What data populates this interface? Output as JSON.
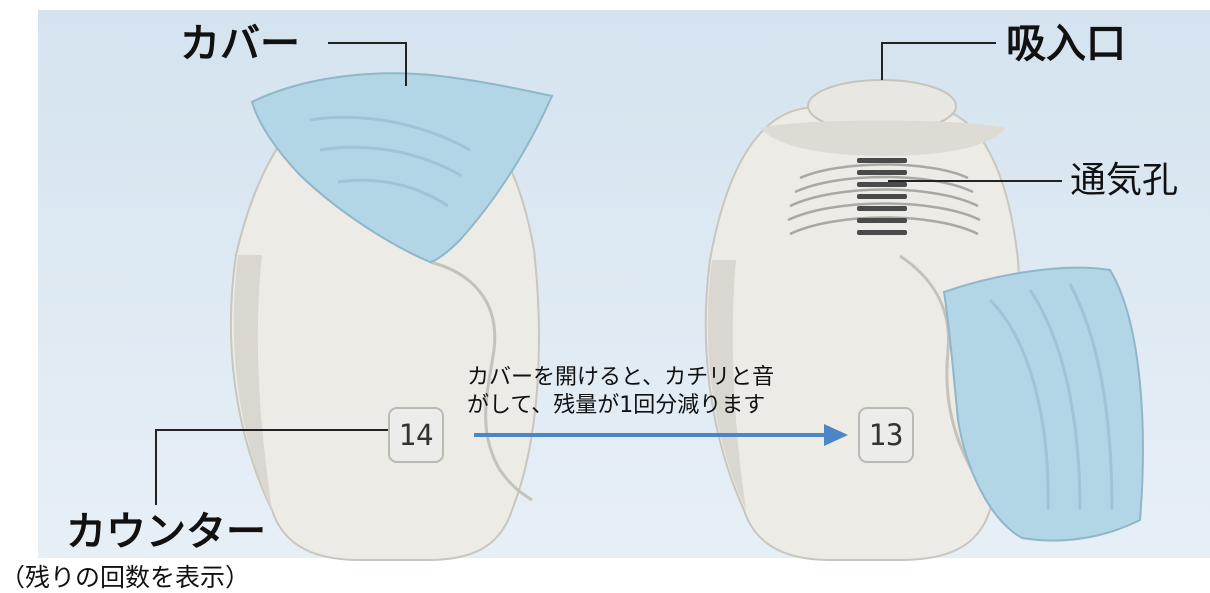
{
  "labels": {
    "cover": "カバー",
    "mouthpiece": "吸入口",
    "vent": "通気孔",
    "counter": "カウンター",
    "counter_note": "（残りの回数を表示）",
    "arrow_note_line1": "カバーを開けると、カチリと音",
    "arrow_note_line2": "がして、残量が1回分減ります"
  },
  "counters": {
    "before": "14",
    "after": "13"
  },
  "colors": {
    "background": "#dbe7f1",
    "inhaler_body": "#ecebe6",
    "cover": "#b2d6e6",
    "arrow": "#4d86c6",
    "leader_line": "#222222"
  }
}
